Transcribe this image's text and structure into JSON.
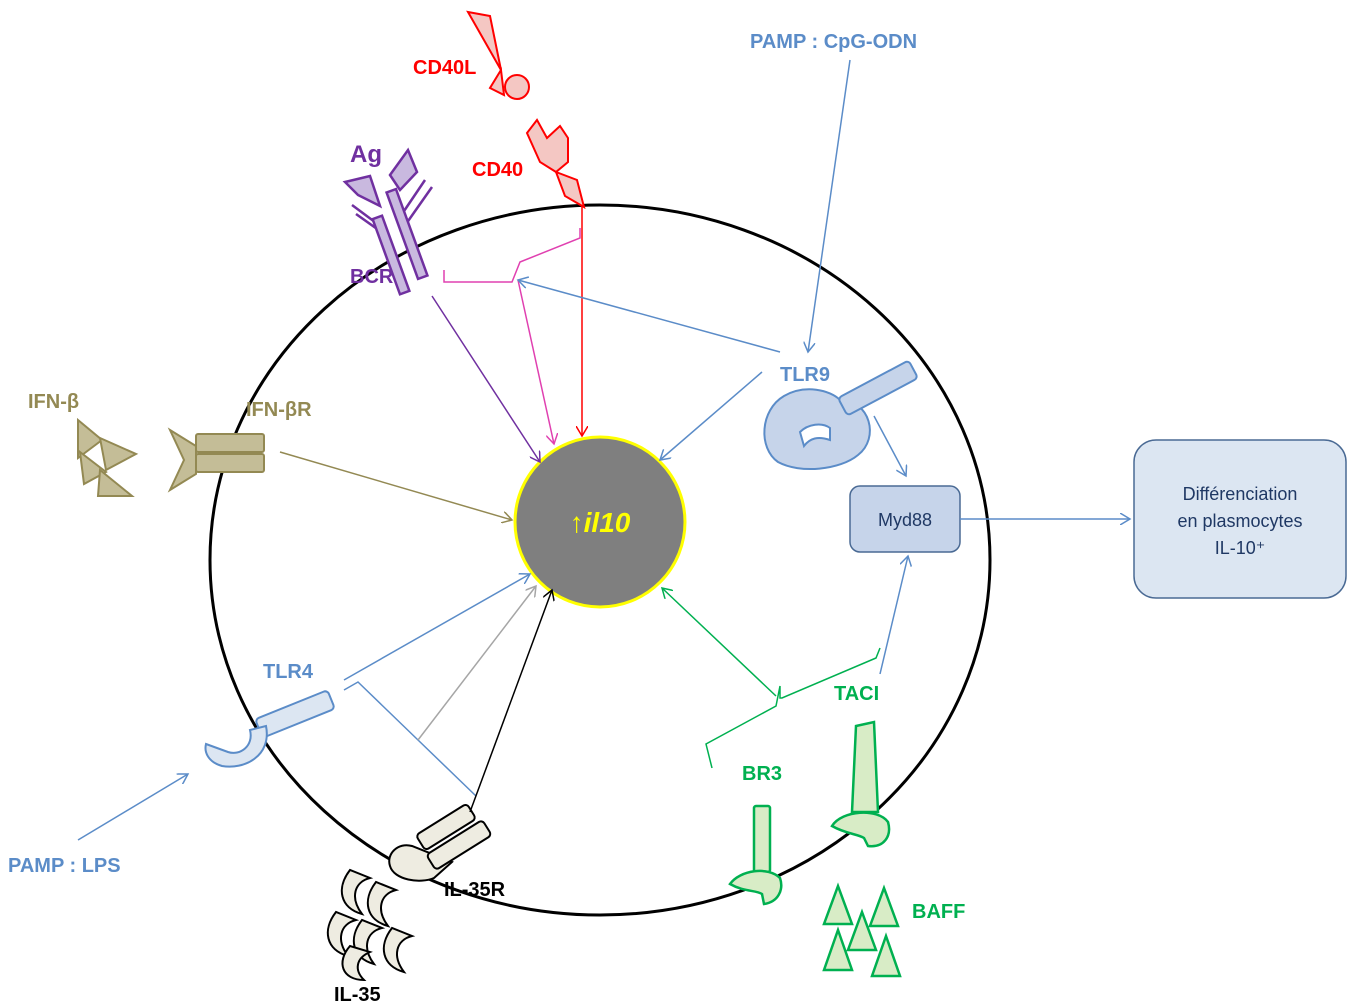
{
  "labels": {
    "cd40l": "CD40L",
    "cd40": "CD40",
    "ag": "Ag",
    "bcr": "BCR",
    "pamp_cpg": "PAMP : CpG-ODN",
    "tlr9": "TLR9",
    "ifnb": "IFN-β",
    "ifnbr": "IFN-βR",
    "nucleus": "↑il10",
    "myd88": "Myd88",
    "diff_line1": "Différenciation",
    "diff_line2": "en plasmocytes",
    "diff_line3": "IL-10⁺",
    "tlr4": "TLR4",
    "pamp_lps": "PAMP : LPS",
    "il35r": "IL-35R",
    "il35": "IL-35",
    "br3": "BR3",
    "taci": "TACI",
    "baff": "BAFF"
  },
  "colors": {
    "cd40": "#ff0000",
    "bcr": "#7030a0",
    "bcr_link": "#e040b0",
    "tlr": "#5b8cc8",
    "ifn": "#938953",
    "green": "#00b050",
    "nucleus_fill": "#7f7f7f",
    "nucleus_border": "#ffff00",
    "box_fill": "#dce6f2",
    "box_border": "#4a6a94"
  }
}
